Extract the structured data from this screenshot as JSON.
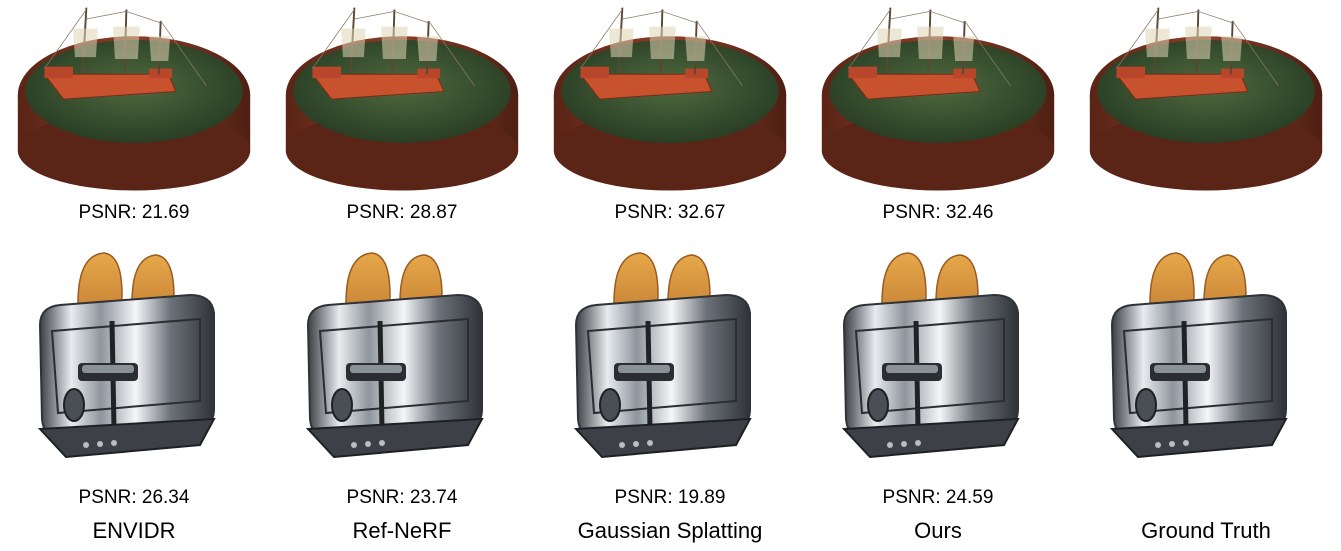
{
  "figure": {
    "columns": [
      {
        "method": "ENVIDR",
        "ship_psnr": "PSNR: 21.69",
        "toaster_psnr": "PSNR: 26.34"
      },
      {
        "method": "Ref-NeRF",
        "ship_psnr": "PSNR: 28.87",
        "toaster_psnr": "PSNR: 23.74"
      },
      {
        "method": "Gaussian Splatting",
        "ship_psnr": "PSNR: 32.67",
        "toaster_psnr": "PSNR: 19.89"
      },
      {
        "method": "Ours",
        "ship_psnr": "PSNR: 32.46",
        "toaster_psnr": "PSNR: 24.59"
      },
      {
        "method": "Ground Truth",
        "ship_psnr": "",
        "toaster_psnr": ""
      }
    ],
    "colors": {
      "hull": "#c8512e",
      "water": "#3c5232",
      "tub_rim": "#6e2f1c",
      "toast": "#d9922f",
      "chrome": "#9aa1a8"
    }
  }
}
